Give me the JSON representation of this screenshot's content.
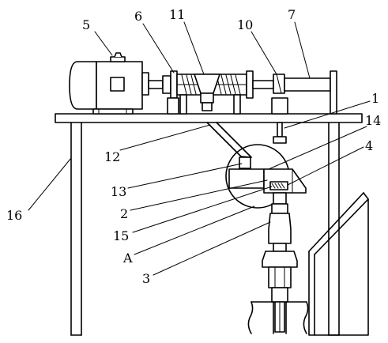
{
  "labels": {
    "l1": "1",
    "l2": "2",
    "l3": "3",
    "l4": "4",
    "l5": "5",
    "l6": "6",
    "l7": "7",
    "l10": "10",
    "l11": "11",
    "l12": "12",
    "l13": "13",
    "l14": "14",
    "l15": "15",
    "l16": "16",
    "lA": "A"
  }
}
